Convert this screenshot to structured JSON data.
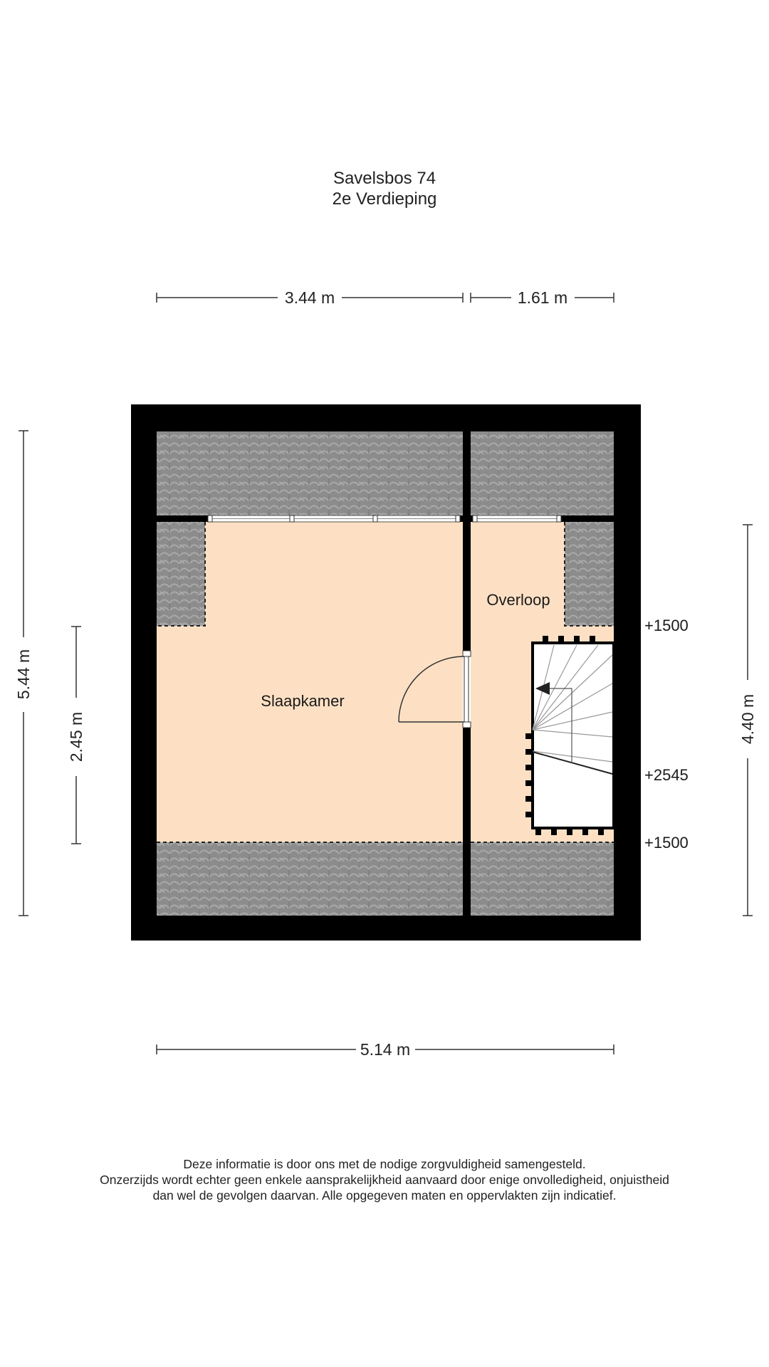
{
  "title": {
    "line1": "Savelsbos 74",
    "line2": "2e Verdieping"
  },
  "dimensions": {
    "top_left": "3.44 m",
    "top_right": "1.61 m",
    "left_outer": "5.44 m",
    "left_inner": "2.45 m",
    "right": "4.40 m",
    "bottom": "5.14 m"
  },
  "rooms": {
    "bedroom": "Slaapkamer",
    "landing": "Overloop"
  },
  "levels": {
    "upper": "+1500",
    "stair": "+2545",
    "lower": "+1500"
  },
  "disclaimer": {
    "line1": "Deze informatie is door ons met de nodige zorgvuldigheid samengesteld.",
    "line2": "Onzerzijds wordt echter geen enkele aansprakelijkheid aanvaard door enige onvolledigheid, onjuistheid",
    "line3": "dan wel de gevolgen daarvan. Alle opgegeven maten en oppervlakten zijn indicatief."
  },
  "colors": {
    "wall": "#000000",
    "floor": "#fde0c4",
    "roof_tile": "#8c8c8c",
    "background": "#ffffff"
  }
}
